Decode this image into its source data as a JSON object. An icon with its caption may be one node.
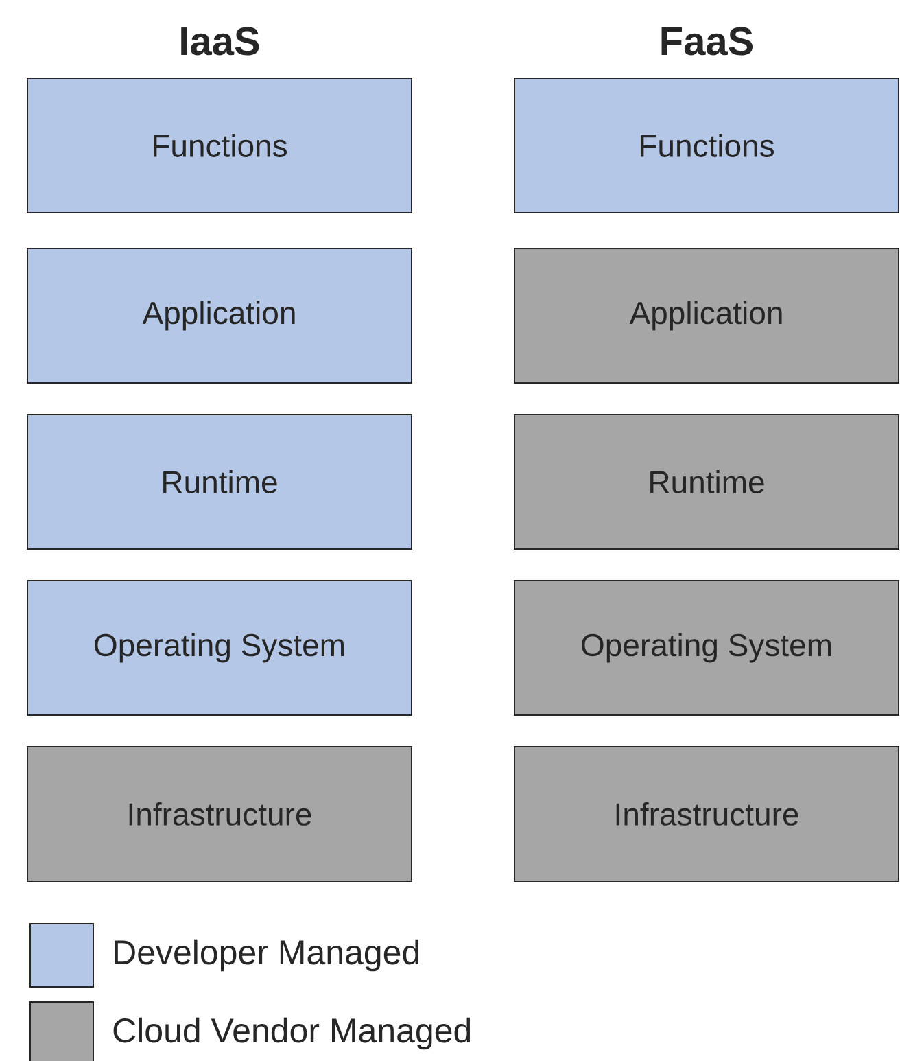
{
  "diagram": {
    "nodes": [
      {
        "text": [
          "Functions"
        ]
      },
      {
        "text": [
          "Application"
        ]
      },
      {
        "text": [
          "Runtime"
        ]
      },
      {
        "text": [
          "Operating System"
        ]
      },
      {
        "text": [
          "Infrastructure"
        ]
      },
      {
        "text": [
          "Functions"
        ]
      },
      {
        "text": [
          "Application"
        ]
      },
      {
        "text": [
          "Runtime"
        ]
      },
      {
        "text": [
          "Operating System"
        ]
      },
      {
        "text": [
          "Infrastructure"
        ]
      }
    ],
    "edges": [],
    "labels": [
      "IaaS",
      "FaaS"
    ],
    "legend": [
      {
        "text": "Developer Managed",
        "color": "#b4c7e7"
      },
      {
        "text": "Cloud Vendor Managed",
        "color": "#a6a6a6"
      }
    ]
  }
}
